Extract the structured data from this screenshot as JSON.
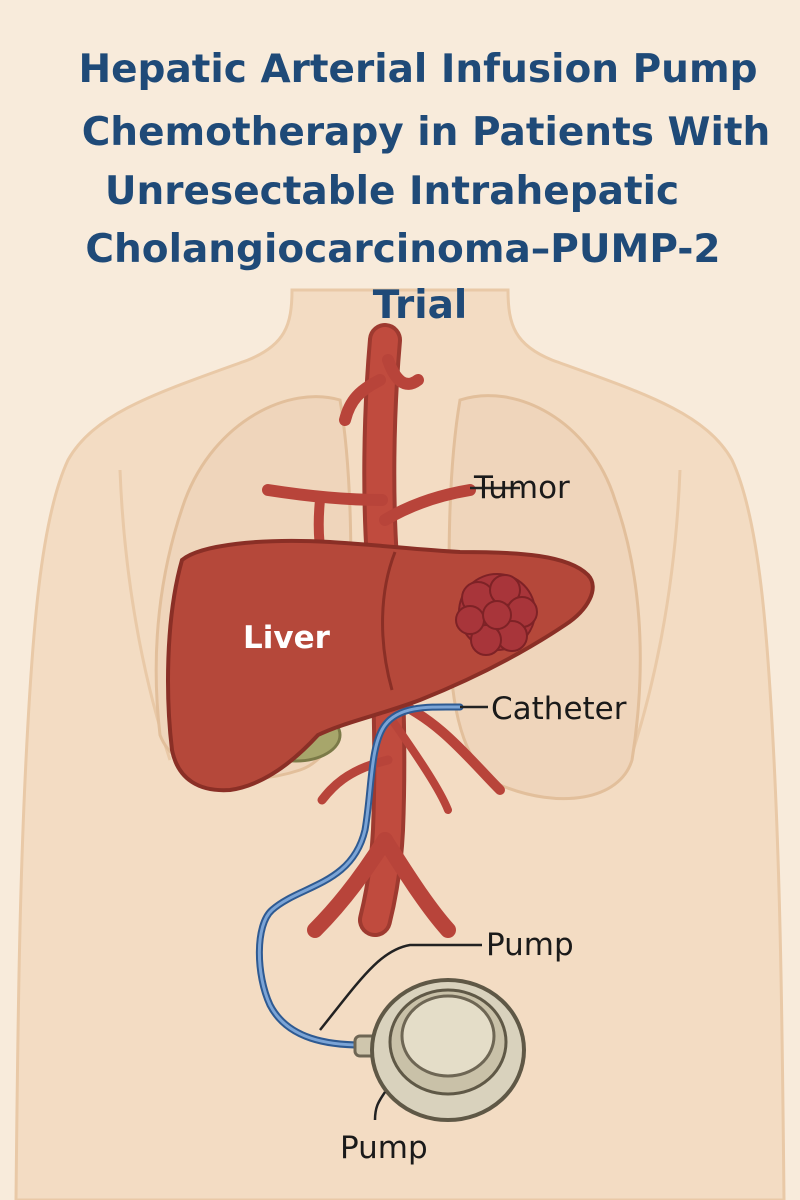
{
  "title": {
    "line1": "Hepatic Arterial Infusion Pump",
    "line2": "Chemotherapy in Patients With",
    "line3": "Unresectable Intrahepatic",
    "line4": "Cholangiocarcinoma–PUMP-2",
    "line5": "Trial"
  },
  "labels": {
    "liver": "Liver",
    "tumor": "Tumor",
    "catheter": "Catheter",
    "pump_upper": "Pump",
    "pump_lower": "Pump"
  },
  "colors": {
    "background": "#f8ebdb",
    "title": "#1f4a78",
    "liver": "#b5483a",
    "vessel": "#b8443a",
    "tumor": "#a8353a",
    "catheter": "#5a86c0",
    "gallbladder": "#a7a66b",
    "pump": "#d9d2bd"
  }
}
